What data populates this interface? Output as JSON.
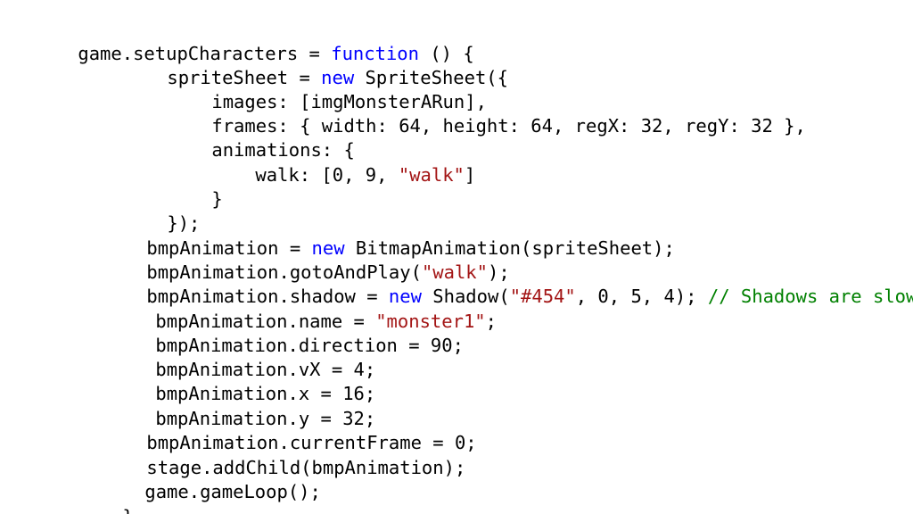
{
  "code": {
    "lines": [
      {
        "tokens": [
          {
            "t": "game.setupCharacters = ",
            "k": "plain"
          },
          {
            "t": "function",
            "k": "kw"
          },
          {
            "t": " () {",
            "k": "plain"
          }
        ]
      },
      {
        "tokens": [
          {
            "t": "spriteSheet = ",
            "k": "plain"
          },
          {
            "t": "new",
            "k": "kw"
          },
          {
            "t": " SpriteSheet({",
            "k": "plain"
          }
        ]
      },
      {
        "tokens": [
          {
            "t": "images: [imgMonsterARun],",
            "k": "plain"
          }
        ]
      },
      {
        "tokens": [
          {
            "t": "frames: { width: 64, height: 64, regX: 32, regY: 32 },",
            "k": "plain"
          }
        ]
      },
      {
        "tokens": [
          {
            "t": "animations: {",
            "k": "plain"
          }
        ]
      },
      {
        "tokens": [
          {
            "t": "walk: [0, 9, ",
            "k": "plain"
          },
          {
            "t": "\"walk\"",
            "k": "str"
          },
          {
            "t": "]",
            "k": "plain"
          }
        ]
      },
      {
        "tokens": [
          {
            "t": "}",
            "k": "plain"
          }
        ]
      },
      {
        "tokens": [
          {
            "t": "});",
            "k": "plain"
          }
        ]
      },
      {
        "tokens": [
          {
            "t": "bmpAnimation = ",
            "k": "plain"
          },
          {
            "t": "new",
            "k": "kw"
          },
          {
            "t": " BitmapAnimation(spriteSheet);",
            "k": "plain"
          }
        ]
      },
      {
        "tokens": [
          {
            "t": "bmpAnimation.gotoAndPlay(",
            "k": "plain"
          },
          {
            "t": "\"walk\"",
            "k": "str"
          },
          {
            "t": ");",
            "k": "plain"
          }
        ]
      },
      {
        "tokens": [
          {
            "t": "bmpAnimation.shadow = ",
            "k": "plain"
          },
          {
            "t": "new",
            "k": "kw"
          },
          {
            "t": " Shadow(",
            "k": "plain"
          },
          {
            "t": "\"#454\"",
            "k": "str"
          },
          {
            "t": ", 0, 5, 4); ",
            "k": "plain"
          },
          {
            "t": "// Shadows are slow",
            "k": "cmt"
          }
        ]
      },
      {
        "tokens": [
          {
            "t": "bmpAnimation.name = ",
            "k": "plain"
          },
          {
            "t": "\"monster1\"",
            "k": "str"
          },
          {
            "t": ";",
            "k": "plain"
          }
        ]
      },
      {
        "tokens": [
          {
            "t": "bmpAnimation.direction = 90;",
            "k": "plain"
          }
        ]
      },
      {
        "tokens": [
          {
            "t": "bmpAnimation.vX = 4;",
            "k": "plain"
          }
        ]
      },
      {
        "tokens": [
          {
            "t": "bmpAnimation.x = 16;",
            "k": "plain"
          }
        ]
      },
      {
        "tokens": [
          {
            "t": "bmpAnimation.y = 32;",
            "k": "plain"
          }
        ]
      },
      {
        "tokens": [
          {
            "t": "bmpAnimation.currentFrame = 0;",
            "k": "plain"
          }
        ]
      },
      {
        "tokens": [
          {
            "t": "stage.addChild(bmpAnimation);",
            "k": "plain"
          }
        ]
      },
      {
        "tokens": [
          {
            "t": "game.gameLoop();",
            "k": "plain"
          }
        ]
      },
      {
        "tokens": [
          {
            "t": "}",
            "k": "plain"
          }
        ]
      }
    ]
  },
  "colors": {
    "keyword": "#0000ff",
    "string": "#a31515",
    "comment": "#008000",
    "text": "#000000",
    "background": "#ffffff"
  }
}
